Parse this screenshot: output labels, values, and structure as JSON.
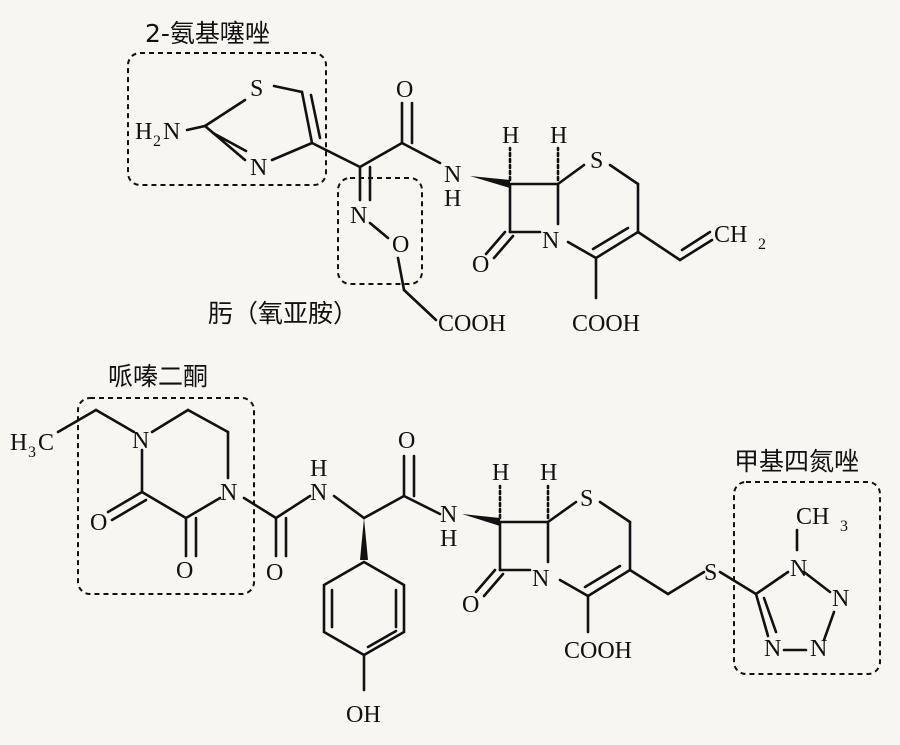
{
  "captions": {
    "aminothiazole": "2-氨基噻唑",
    "oxime": "肟（氧亚胺）",
    "piperazinedione": "哌嗪二酮",
    "methyltetrazole": "甲基四氮唑"
  },
  "atoms": {
    "s": "S",
    "n": "N",
    "o": "O",
    "h": "H",
    "nh2_h": "H",
    "nh2_sub": "2",
    "nh2_n": "N",
    "cooh": "COOH",
    "ch2_ch": "CH",
    "ch2_sub": "2",
    "h3c_h": "H",
    "h3c_sub": "3",
    "h3c_c": "C",
    "ch3_ch": "CH",
    "ch3_sub": "3",
    "oh": "OH"
  }
}
